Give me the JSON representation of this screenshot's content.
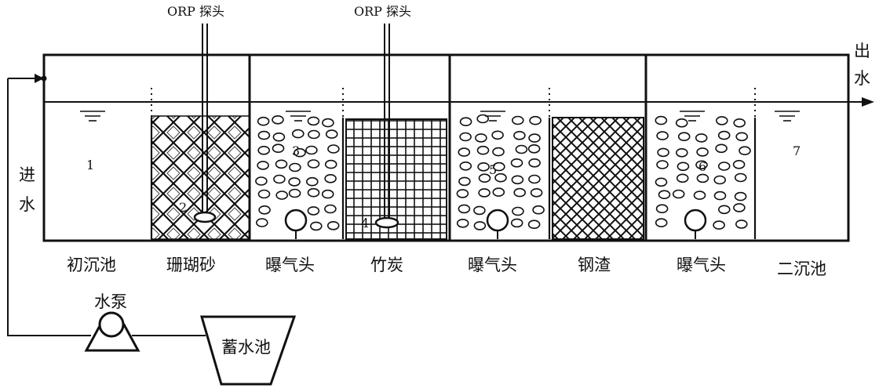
{
  "probe_labels": [
    "ORP 探头",
    "ORP 探头"
  ],
  "inlet_label": [
    "进",
    "水"
  ],
  "outlet_label": [
    "出",
    "水"
  ],
  "zones": [
    {
      "number": "1",
      "label": "初沉池",
      "media": "none"
    },
    {
      "number": "2",
      "label": "珊瑚砂",
      "media": "coral-sand"
    },
    {
      "number": "3",
      "label": "曝气头",
      "media": "aeration"
    },
    {
      "number": "4",
      "label": "竹炭",
      "media": "bamboo-charcoal"
    },
    {
      "number": "5",
      "label": "曝气头",
      "media": "aeration"
    },
    {
      "number": "",
      "label": "钢渣",
      "media": "steel-slag"
    },
    {
      "number": "6",
      "label": "曝气头",
      "media": "aeration"
    },
    {
      "number": "7",
      "label": "二沉池",
      "media": "none"
    }
  ],
  "pump_label": "水泵",
  "storage_tank_label": "蓄水池"
}
